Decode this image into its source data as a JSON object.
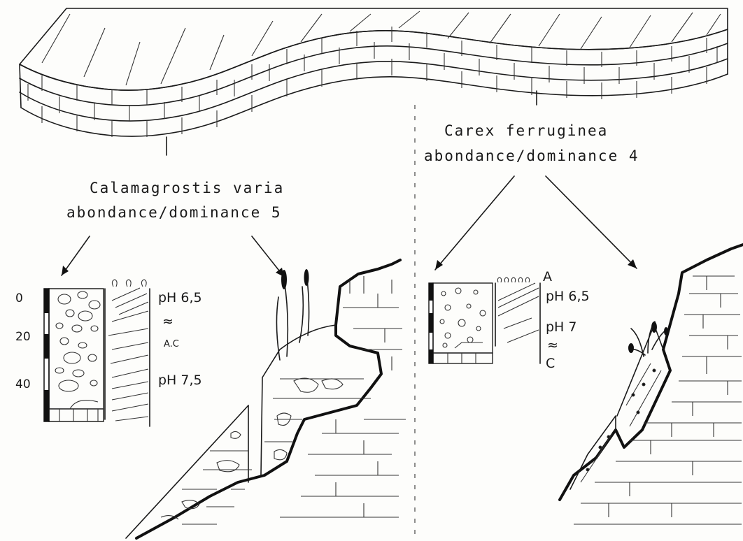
{
  "labels": {
    "left_species": "Calamagrostis varia",
    "left_abundance": "abondance/dominance 5",
    "right_species": "Carex ferruginea",
    "right_abundance": "abondance/dominance 4"
  },
  "left_profile": {
    "depth_ticks": [
      "0",
      "20",
      "40"
    ],
    "ph_top": "pH 6,5",
    "approx": "≈",
    "horizon": "A.C",
    "ph_bottom": "pH 7,5"
  },
  "right_profile": {
    "horizon_a": "A",
    "ph_top": "pH 6,5",
    "ph_mid": "pH 7",
    "approx": "≈",
    "horizon_c": "C"
  }
}
